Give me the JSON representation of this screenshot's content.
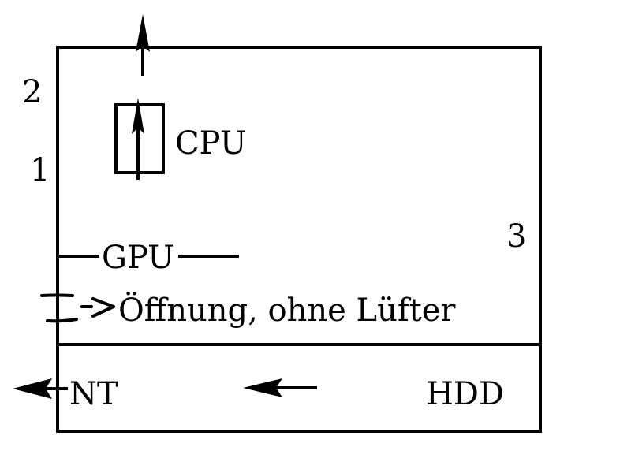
{
  "labels": {
    "cpu": "CPU",
    "gpu": "GPU",
    "opening": "Öffnung, ohne Lüfter",
    "nt": "NT",
    "hdd": "HDD",
    "n1": "1",
    "n2": "2",
    "n3": "3"
  },
  "colors": {
    "stroke": "#000000",
    "background": "#ffffff"
  }
}
